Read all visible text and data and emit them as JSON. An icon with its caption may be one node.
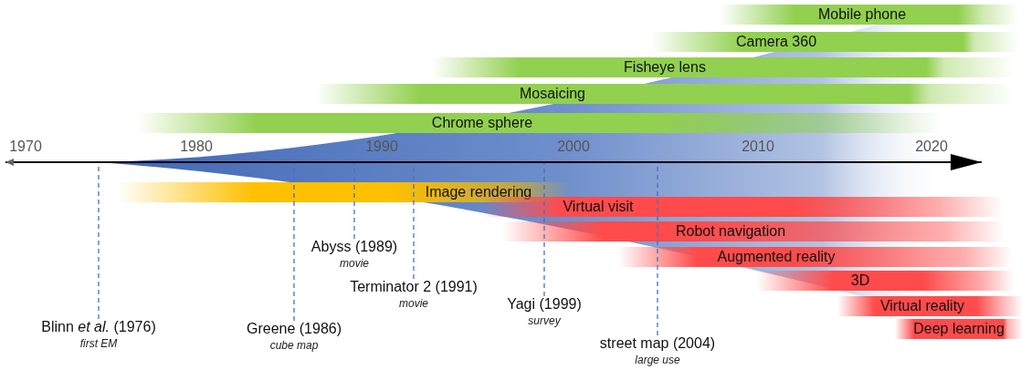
{
  "diagram": {
    "nodes": [
      {
        "text": [
          "Mobile phone"
        ]
      },
      {
        "text": [
          "Camera 360"
        ]
      },
      {
        "text": [
          "Fisheye lens"
        ]
      },
      {
        "text": [
          "Mosaicing"
        ]
      },
      {
        "text": [
          "Chrome sphere"
        ]
      },
      {
        "text": [
          "Image rendering"
        ]
      },
      {
        "text": [
          "Virtual visit"
        ]
      },
      {
        "text": [
          "Robot navigation"
        ]
      },
      {
        "text": [
          "Augmented reality"
        ]
      },
      {
        "text": [
          "3D"
        ]
      },
      {
        "text": [
          "Virtual reality"
        ]
      },
      {
        "text": [
          "Deep learning"
        ]
      },
      {
        "text": [
          "Blinn *et al.* (1976)",
          "first EM"
        ]
      },
      {
        "text": [
          "Greene (1986)",
          "cube map"
        ]
      },
      {
        "text": [
          "Abyss (1989)",
          "movie"
        ]
      },
      {
        "text": [
          "Terminator 2 (1991)",
          "movie"
        ]
      },
      {
        "text": [
          "Yagi (1999)",
          "survey"
        ]
      },
      {
        "text": [
          "street map (2004)",
          "large use"
        ]
      }
    ],
    "edges": [
      {
        "from": 12,
        "to": null,
        "arrow": "none",
        "style": "dashed"
      },
      {
        "from": 13,
        "to": null,
        "arrow": "none",
        "style": "dashed"
      },
      {
        "from": 14,
        "to": null,
        "arrow": "none",
        "style": "dashed"
      },
      {
        "from": 15,
        "to": null,
        "arrow": "none",
        "style": "dashed"
      },
      {
        "from": 16,
        "to": null,
        "arrow": "none",
        "style": "dashed"
      },
      {
        "from": 17,
        "to": null,
        "arrow": "none",
        "style": "dashed"
      }
    ],
    "labels": [
      "1970",
      "1980",
      "1990",
      "2000",
      "2010",
      "2020"
    ]
  }
}
